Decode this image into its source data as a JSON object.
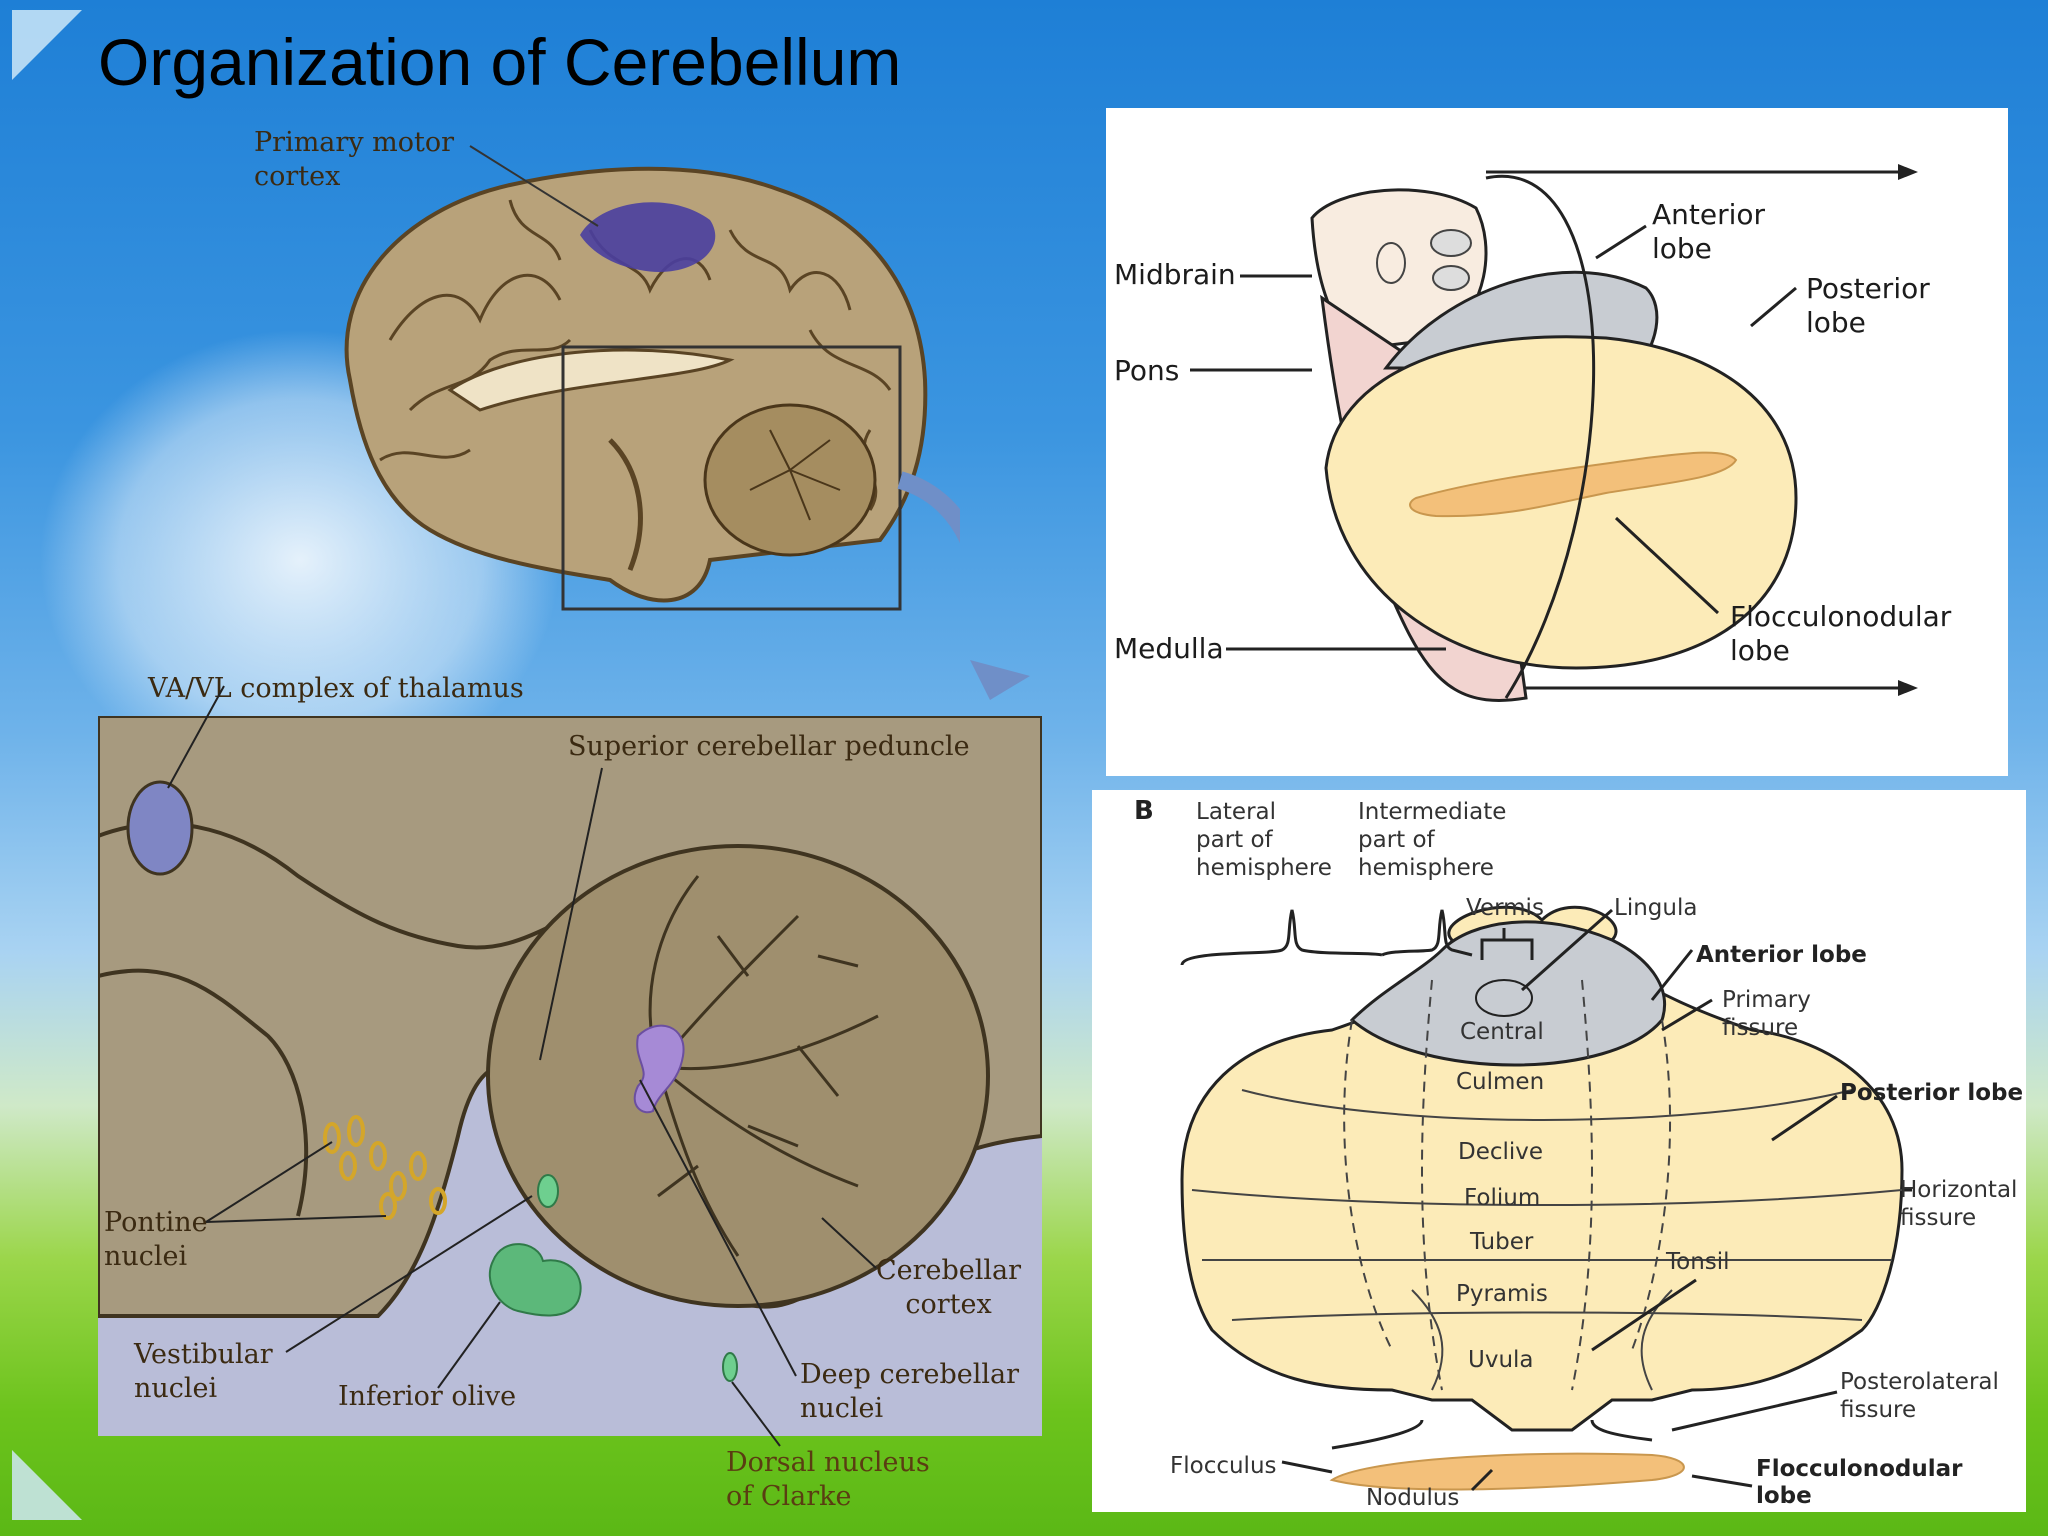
{
  "slide": {
    "title": "Organization of Cerebellum"
  },
  "brain_view": {
    "labels": {
      "primary_motor": "Primary motor\ncortex"
    }
  },
  "sagittal_detail": {
    "labels": {
      "thalamus": "VA/VL complex of thalamus",
      "superior_peduncle": "Superior cerebellar peduncle",
      "pontine": "Pontine\nnuclei",
      "vestibular": "Vestibular\nnuclei",
      "inferior_olive": "Inferior olive",
      "cerebellar_cortex": "Cerebellar\ncortex",
      "deep_nuclei": "Deep cerebellar\nnuclei",
      "clarke": "Dorsal nucleus\nof Clarke"
    }
  },
  "lateral_view": {
    "labels": {
      "midbrain": "Midbrain",
      "pons": "Pons",
      "medulla": "Medulla",
      "anterior": "Anterior\nlobe",
      "posterior": "Posterior\nlobe",
      "flocculonodular": "Flocculonodular\nlobe"
    }
  },
  "unfolded_view": {
    "panel_letter": "B",
    "labels": {
      "lateral_part": "Lateral\npart of\nhemisphere",
      "intermediate_part": "Intermediate\npart of\nhemisphere",
      "vermis": "Vermis",
      "lingula": "Lingula",
      "anterior_lobe": "Anterior lobe",
      "primary_fissure": "Primary\nfissure",
      "posterior_lobe": "Posterior lobe",
      "horizontal_fissure": "Horizontal\nfissure",
      "tonsil": "Tonsil",
      "posterolateral_fissure": "Posterolateral\nfissure",
      "flocculus": "Flocculus",
      "nodulus": "Nodulus",
      "flocculonodular_lobe": "Flocculonodular\nlobe",
      "central": "Central",
      "culmen": "Culmen",
      "declive": "Declive",
      "folium": "Folium",
      "tuber": "Tuber",
      "pyramis": "Pyramis",
      "uvula": "Uvula"
    }
  },
  "colors": {
    "brain_tan": "#b8a27a",
    "motor_cortex": "#4a3fa0",
    "anterior_gray": "#c8ccd2",
    "cerebellum_cream": "#fcebb8",
    "flocculonodular_orange": "#f3c07a",
    "thalamus_blue": "#7f86c4",
    "deep_nuclei_purple": "#a68ad6",
    "pontine_yellow": "#d4a62a",
    "olive_green": "#5cb87a",
    "csf_lavender": "#b9bdd8"
  }
}
